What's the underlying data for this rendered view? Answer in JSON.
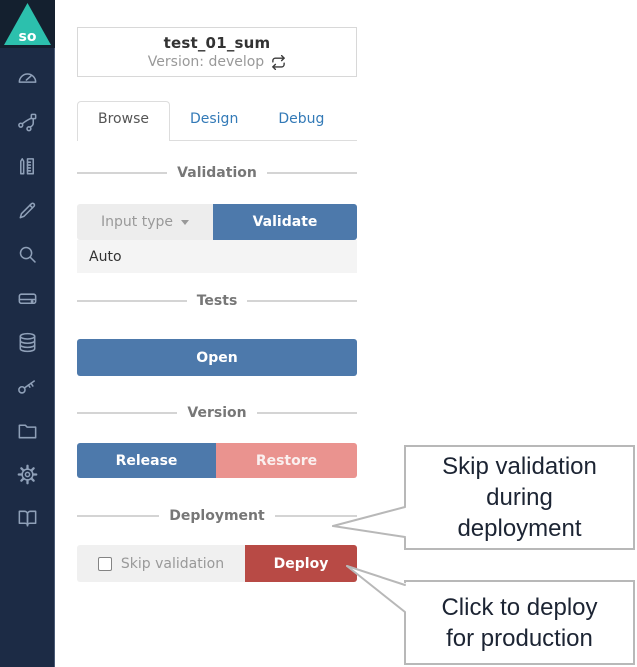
{
  "app": {
    "logo_text": "so",
    "title": "test_01_sum",
    "version_label": "Version: develop"
  },
  "sidebar": {
    "items": [
      {
        "icon": "gauge-icon"
      },
      {
        "icon": "flow-branch-icon"
      },
      {
        "icon": "design-tools-icon"
      },
      {
        "icon": "pen-icon"
      },
      {
        "icon": "search-icon"
      },
      {
        "icon": "drive-icon"
      },
      {
        "icon": "database-icon"
      },
      {
        "icon": "key-icon"
      },
      {
        "icon": "folder-icon"
      },
      {
        "icon": "gear-icon"
      },
      {
        "icon": "book-icon"
      }
    ]
  },
  "tabs": [
    {
      "label": "Browse",
      "active": true
    },
    {
      "label": "Design",
      "active": false
    },
    {
      "label": "Debug",
      "active": false
    }
  ],
  "sections": {
    "validation": {
      "heading": "Validation",
      "input_type_label": "Input type",
      "validate_label": "Validate",
      "input_type_value": "Auto"
    },
    "tests": {
      "heading": "Tests",
      "open_label": "Open"
    },
    "version": {
      "heading": "Version",
      "release_label": "Release",
      "restore_label": "Restore"
    },
    "deployment": {
      "heading": "Deployment",
      "skip_label": "Skip validation",
      "skip_checked": false,
      "deploy_label": "Deploy"
    }
  },
  "callouts": [
    {
      "text": "Skip validation\nduring\ndeployment"
    },
    {
      "text": "Click to deploy\nfor production"
    }
  ],
  "colors": {
    "sidebar_bg": "#1c2b45",
    "logo_block_bg": "#14202f",
    "logo_teal": "#2cc0ad",
    "primary_blue": "#4d79ab",
    "danger_red": "#b84a45",
    "restore_salmon": "#ea938f",
    "link_blue": "#337ab7",
    "callout_border": "#b8b8b8"
  }
}
